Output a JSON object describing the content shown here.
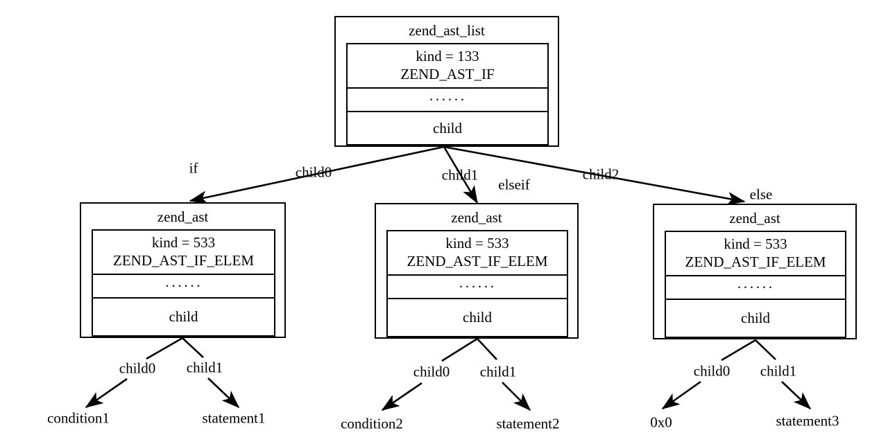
{
  "diagram": {
    "title": "PHP zend_ast if-statement AST structure",
    "background": "#ffffff",
    "stroke": "#000000"
  },
  "nodes": {
    "root": {
      "title": "zend_ast_list",
      "kind_label": "kind = 133",
      "kind_name": "ZEND_AST_IF",
      "dots": "······",
      "child_label": "child"
    },
    "if_elem": {
      "title": "zend_ast",
      "kind_label": "kind = 533",
      "kind_name": "ZEND_AST_IF_ELEM",
      "dots": "······",
      "child_label": "child"
    },
    "elseif_elem": {
      "title": "zend_ast",
      "kind_label": "kind = 533",
      "kind_name": "ZEND_AST_IF_ELEM",
      "dots": "······",
      "child_label": "child"
    },
    "else_elem": {
      "title": "zend_ast",
      "kind_label": "kind = 533",
      "kind_name": "ZEND_AST_IF_ELEM",
      "dots": "······",
      "child_label": "child"
    }
  },
  "edge_labels": {
    "root_if_branch": "if",
    "root_child0": "child0",
    "root_child1": "child1",
    "root_elseif_branch": "elseif",
    "root_child2": "child2",
    "root_else_branch": "else",
    "if_child0": "child0",
    "if_child1": "child1",
    "elseif_child0": "child0",
    "elseif_child1": "child1",
    "else_child0": "child0",
    "else_child1": "child1"
  },
  "leaves": {
    "condition1": "condition1",
    "statement1": "statement1",
    "condition2": "condition2",
    "statement2": "statement2",
    "null_pointer": "0x0",
    "statement3": "statement3"
  }
}
